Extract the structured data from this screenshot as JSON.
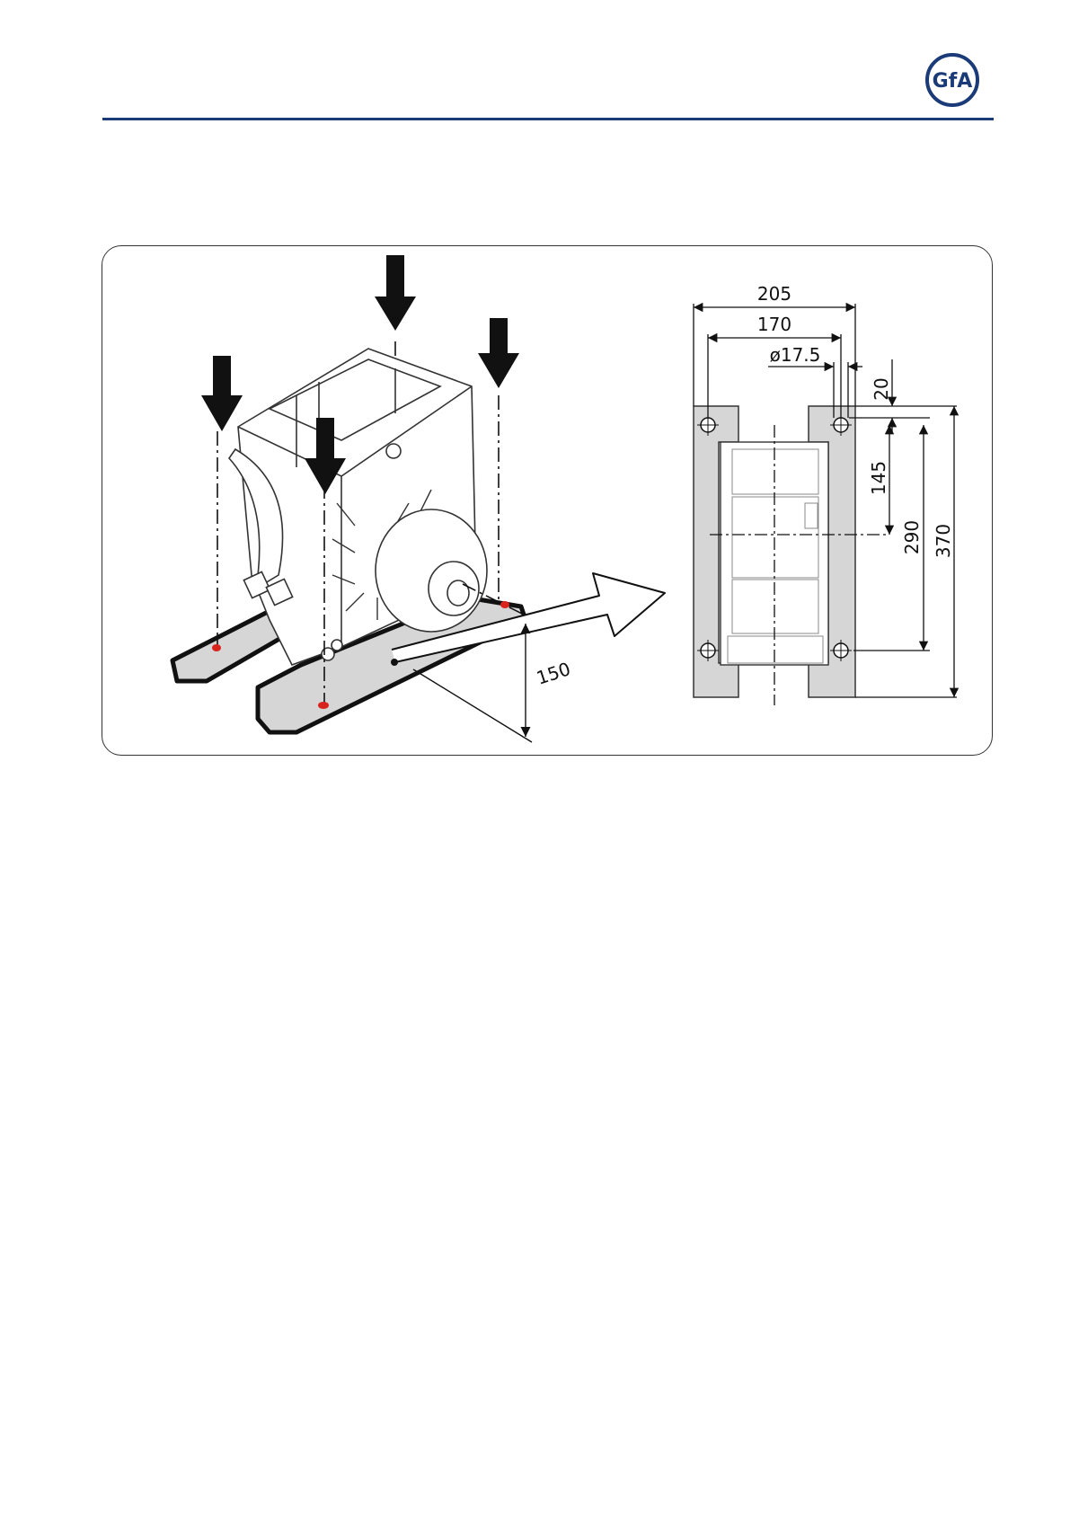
{
  "header": {
    "logo_text": "GfA",
    "brand_color": "#1a3b78"
  },
  "figure": {
    "colors": {
      "base_plate": "#d6d6d6",
      "marker": "#d9231d",
      "line": "#111111"
    },
    "dimensions": {
      "width_overall": "205",
      "hole_spacing_x": "170",
      "hole_diameter": "ø17.5",
      "edge_offset": "20",
      "center_to_hole": "145",
      "hole_spacing_y": "290",
      "length_overall": "370",
      "height_offset": "150"
    }
  }
}
